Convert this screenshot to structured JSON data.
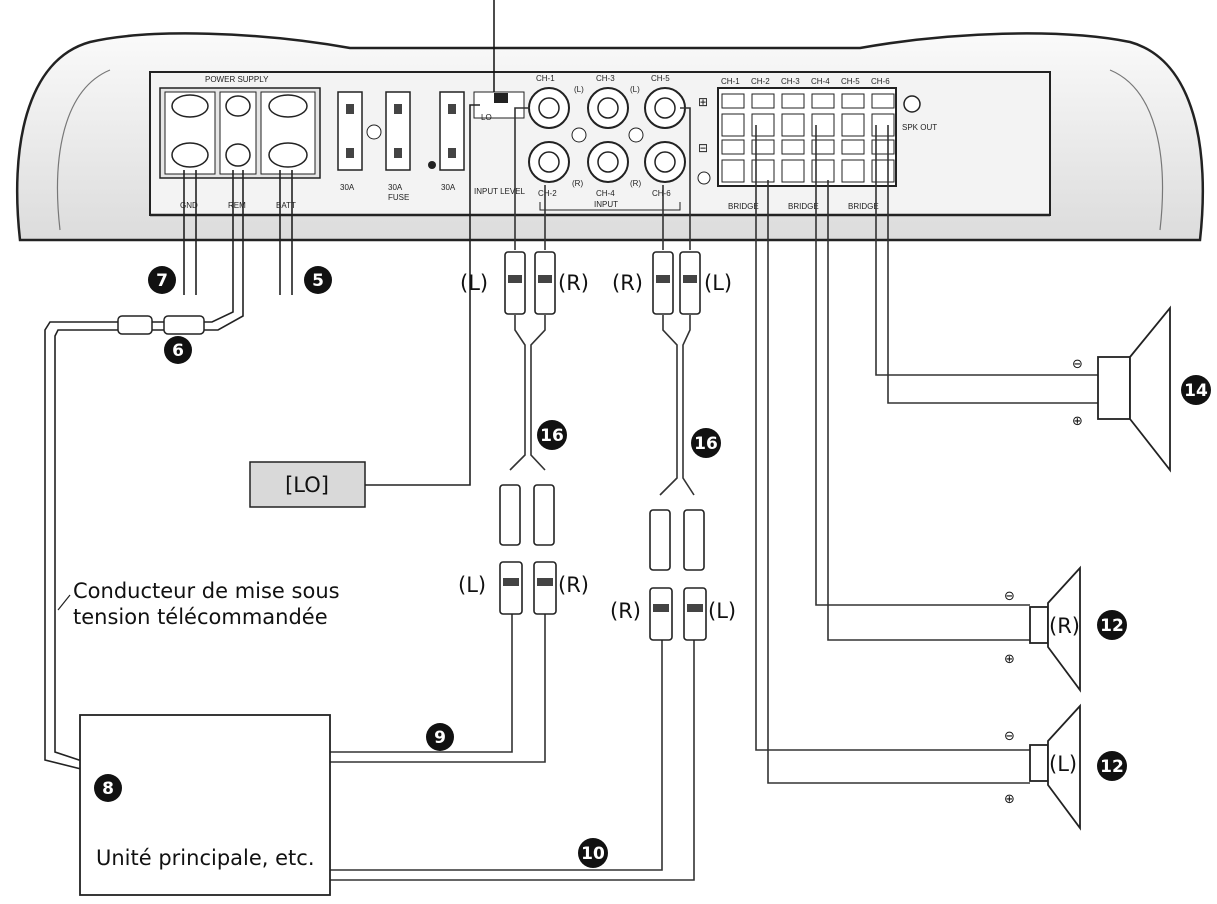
{
  "amp": {
    "power_supply": "POWER SUPPLY",
    "terminals": [
      "GND",
      "REM",
      "BATT"
    ],
    "fuses": [
      "30A",
      "30A",
      "30A"
    ],
    "fuse_caption": "FUSE",
    "switch_label": "LO",
    "input_level": "INPUT LEVEL",
    "input_top": [
      "CH-1",
      "CH-3",
      "CH-5"
    ],
    "input_bottom": [
      "CH-2",
      "CH-4",
      "CH-6"
    ],
    "input_sub": [
      "(L)",
      "(L)",
      "(R)",
      "(R)"
    ],
    "input_caption": "INPUT",
    "spk_channels": [
      "CH-1",
      "CH-2",
      "CH-3",
      "CH-4",
      "CH-5",
      "CH-6"
    ],
    "spk_out": "SPK OUT",
    "bridge": [
      "BRIDGE",
      "BRIDGE",
      "BRIDGE"
    ]
  },
  "callouts": {
    "n5": "5",
    "n6": "6",
    "n7": "7",
    "n8": "8",
    "n9": "9",
    "n10": "10",
    "n12a": "12",
    "n12b": "12",
    "n14": "14",
    "n16a": "16",
    "n16b": "16"
  },
  "rca_labels": {
    "top_left_l": "(L)",
    "top_left_r": "(R)",
    "top_right_r": "(R)",
    "top_right_l": "(L)",
    "bot_left_l": "(L)",
    "bot_left_r": "(R)",
    "bot_right_r": "(R)",
    "bot_right_l": "(L)"
  },
  "lo_box": "[LO]",
  "remote_lead": [
    "Conducteur de mise sous",
    "tension télécommandée"
  ],
  "head_unit": "Unité principale, etc.",
  "speakers": {
    "upper": "(R)",
    "lower": "(L)",
    "minus": "⊖",
    "plus": "⊕"
  }
}
